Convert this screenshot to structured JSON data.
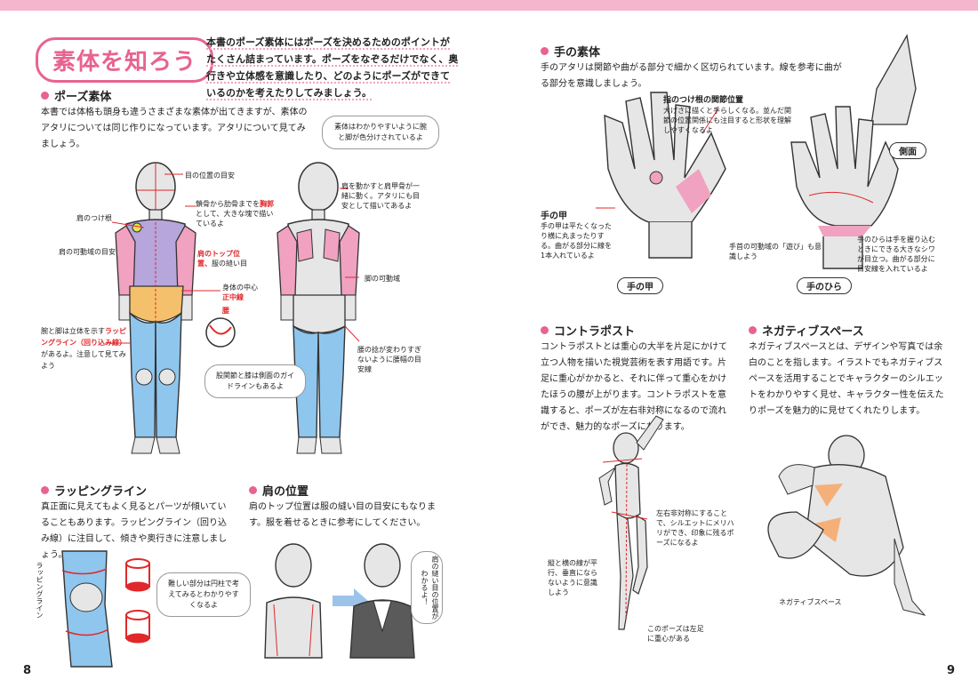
{
  "header": {
    "bar_color": "#f4b6cc",
    "accent": "#e8638f"
  },
  "left_page": {
    "title": "素体を知ろう",
    "intro": "本書のポーズ素体にはポーズを決めるためのポイントがたくさん詰まっています。ポーズをなぞるだけでなく、奥行きや立体感を意識したり、どのようにポーズができているのかを考えたりしてみましょう。",
    "pose_section": {
      "heading": "ポーズ素体",
      "body": "本書では体格も頭身も違うさまざまな素体が出てきますが、素体のアタリについては同じ作りになっています。アタリについて見てみましょう。",
      "bubble_top": "素体はわかりやすいように腕と脚が色分けされているよ",
      "annotations": {
        "eye_guide": "目の位置の目安",
        "shoulder_joint": "肩のつけ根",
        "clavicle": "鎖骨から肋骨までを",
        "clavicle_red": "胸郭",
        "clavicle_rest": "として、大きな塊で描いているよ",
        "shoulder_range": "肩の可動域の目安",
        "shoulder_top_red": "肩のトップ位置、",
        "shoulder_top_rest": "服の縫い目",
        "center": "身体の中心",
        "midline_red": "正中線",
        "waist_red": "腰",
        "wrapping": "腕と脚は立体を示す",
        "wrapping_red": "ラッピングライン（回り込み線）",
        "wrapping_rest": "があるよ。注意して見てみよう",
        "blade": "肩を動かすと肩甲骨が一緒に動く。アタリにも目安として描いてあるよ",
        "leg_range": "脚の可動域",
        "waist_twist": "腰の捻が変わりすぎないように腰幅の目安線",
        "bubble_hip": "股関節と膝は側面のガイドラインもあるよ"
      }
    },
    "wrap_section": {
      "heading": "ラッピングライン",
      "body": "真正面に見えてもよく見るとパーツが傾いていることもあります。ラッピングライン（回り込み線）に注目して、傾きや奥行きに注意しましょう。",
      "side_label": "ラッピングライン",
      "bubble": "難しい部分は円柱で考えてみるとわかりやすくなるよ"
    },
    "shoulder_section": {
      "heading": "肩の位置",
      "body": "肩のトップ位置は服の縫い目の目安にもなります。服を着せるときに参考にしてください。",
      "bubble": "肩の縫い目の位置がわかるよ！"
    },
    "page_number": "8"
  },
  "right_page": {
    "hand_section": {
      "heading": "手の素体",
      "body": "手のアタリは関節や曲がる部分で細かく区切られています。線を参考に曲がる部分を意識しましょう。",
      "finger_base_title": "指のつけ根の関節位置",
      "finger_base_body": "大げさに描くと手らしくなる。並んだ関節の位置関係にも注目すると形状を理解しやすくなるよ",
      "back_title": "手の甲",
      "back_body": "手の甲は平たくなったり横に丸まったりする。曲がる部分に線を1本入れているよ",
      "side_label": "側面",
      "range_note": "手首の可動域の「遊び」も意識しよう",
      "palm_note": "手のひらは手を握り込むときにできる大きなシワが目立つ。曲がる部分に目安線を入れているよ",
      "label_back": "手の甲",
      "label_palm": "手のひら"
    },
    "contrapposto": {
      "heading": "コントラポスト",
      "body": "コントラポストとは重心の大半を片足にかけて立つ人物を描いた視覚芸術を表す用語です。片足に重心がかかると、それに伴って重心をかけたほうの腰が上がります。コントラポストを意識すると、ポーズが左右非対称になるので流れができ、魅力的なポーズになります。",
      "note_asym": "左右非対称にすることで、シルエットにメリハリができ、印象に残るポーズになるよ",
      "note_parallel": "縦と横の線が平行、垂直にならないように意識しよう",
      "note_weight": "このポーズは左足に重心がある"
    },
    "negative_space": {
      "heading": "ネガティブスペース",
      "body": "ネガティブスペースとは、デザインや写真では余白のことを指します。イラストでもネガティブスペースを活用することでキャラクターのシルエットをわかりやすく見せ、キャラクター性を伝えたりポーズを魅力的に見せてくれたりします。",
      "label": "ネガティブスペース"
    },
    "page_number": "9"
  }
}
